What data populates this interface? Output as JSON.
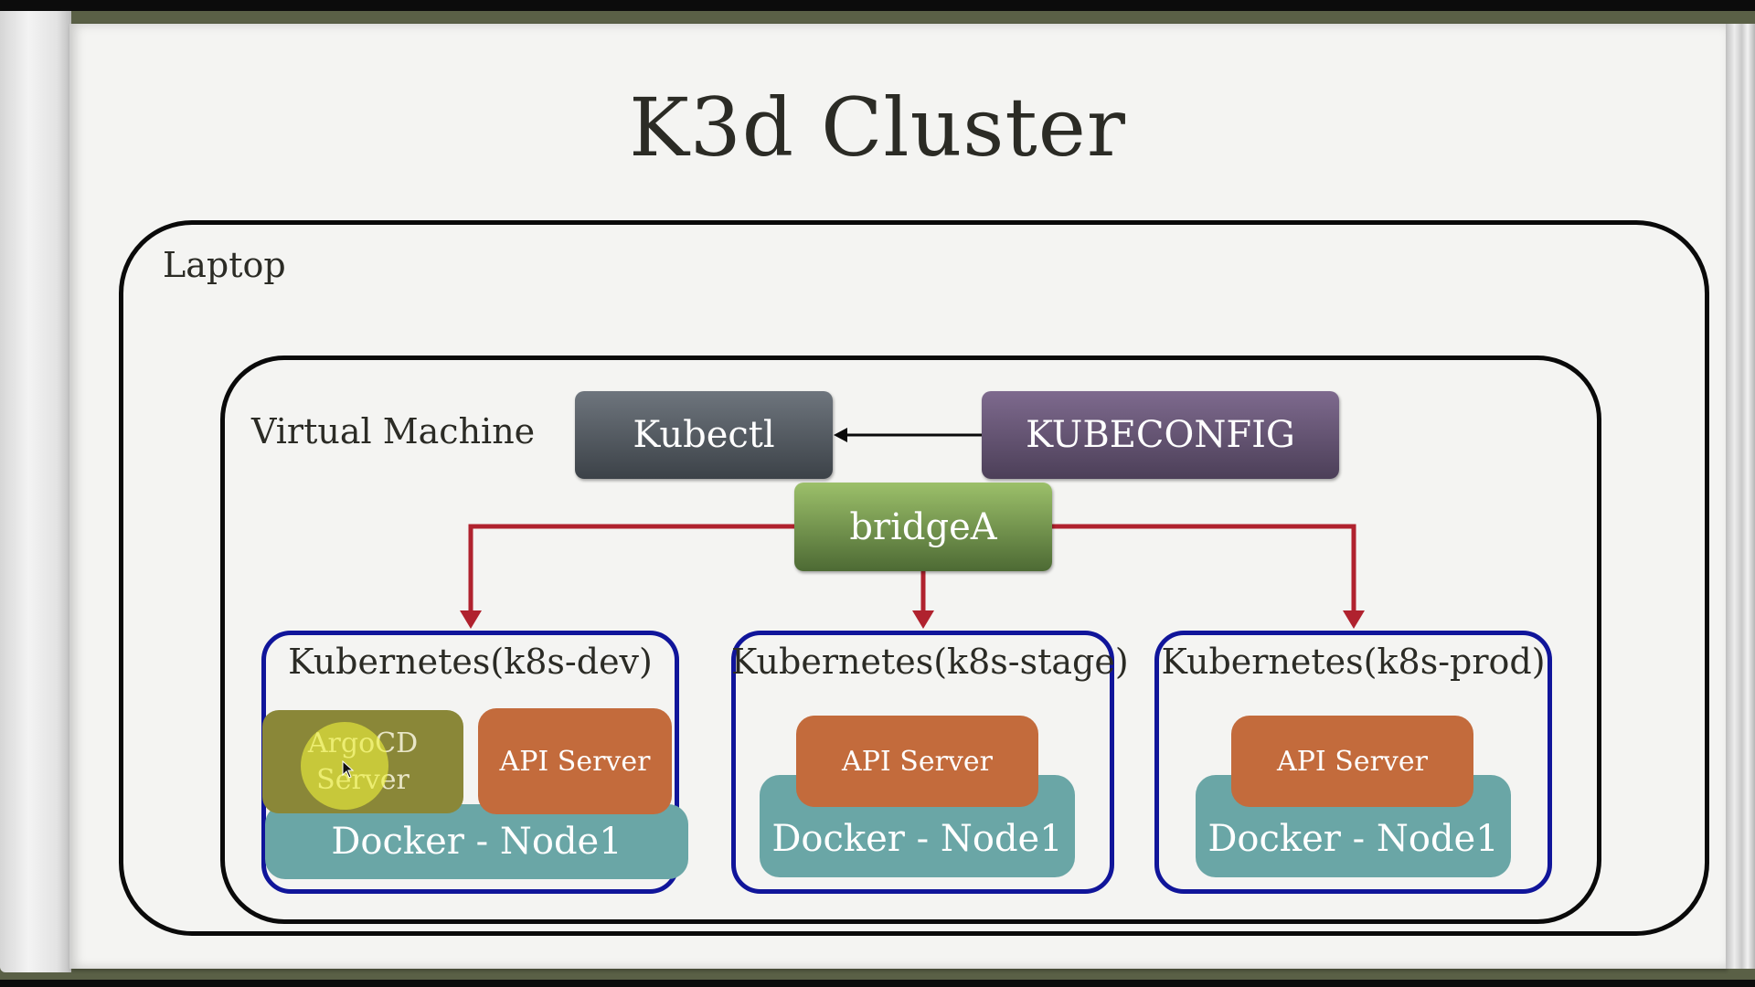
{
  "title": "K3d Cluster",
  "laptop_label": "Laptop",
  "vm_label": "Virtual Machine",
  "kubectl": "Kubectl",
  "kubeconfig": "KUBECONFIG",
  "bridge": "bridgeA",
  "clusters": [
    {
      "name": "Kubernetes(k8s-dev)",
      "argocd": "ArgoCD Server",
      "api": "API Server",
      "node": "Docker - Node1"
    },
    {
      "name": "Kubernetes(k8s-stage)",
      "api": "API Server",
      "node": "Docker - Node1"
    },
    {
      "name": "Kubernetes(k8s-prod)",
      "api": "API Server",
      "node": "Docker - Node1"
    }
  ],
  "colors": {
    "arrow": "#b0222e",
    "cluster_border": "#10159a",
    "docker": "#6aa6a6",
    "api_server": "#c36b3c",
    "argocd": "#8a8738"
  }
}
